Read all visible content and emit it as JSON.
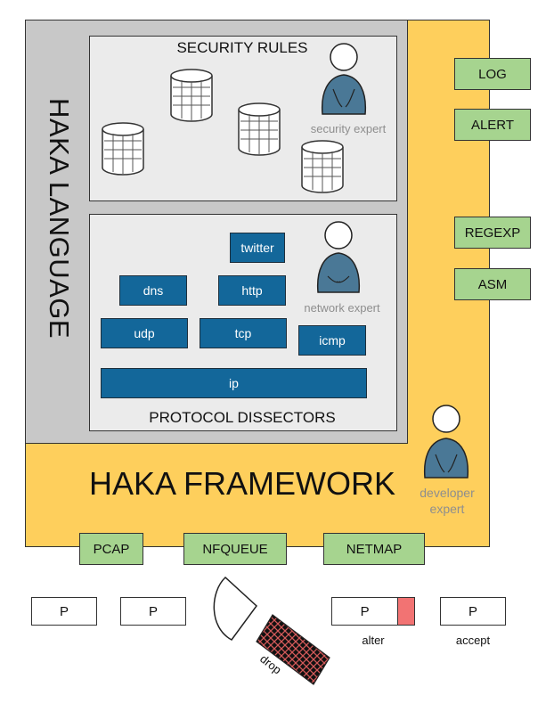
{
  "colors": {
    "framework_bg": "#fecf5c",
    "language_bg": "#c8c8c8",
    "panel_bg": "#ebebeb",
    "dissector_blue": "#13679a",
    "module_green": "#a6d48f",
    "person_blue": "#4a7896",
    "alter_red": "#f27373",
    "drop_pattern": "#d45a5a"
  },
  "labels": {
    "language": "HAKA LANGUAGE",
    "framework": "HAKA FRAMEWORK",
    "security_rules": "SECURITY RULES",
    "protocol_dissectors": "PROTOCOL DISSECTORS"
  },
  "experts": {
    "security": "security expert",
    "network": "network expert",
    "developer": "developer expert"
  },
  "dissectors": {
    "twitter": "twitter",
    "dns": "dns",
    "http": "http",
    "udp": "udp",
    "tcp": "tcp",
    "icmp": "icmp",
    "ip": "ip"
  },
  "modules": {
    "log": "LOG",
    "alert": "ALERT",
    "regexp": "REGEXP",
    "asm": "ASM"
  },
  "capture": {
    "pcap": "PCAP",
    "nfqueue": "NFQUEUE",
    "netmap": "NETMAP"
  },
  "packets": {
    "p1": "P",
    "p2": "P",
    "p3": "P",
    "p4": "P",
    "drop": "drop",
    "alter": "alter",
    "accept": "accept"
  },
  "icons": {
    "rule_store": "database-icon",
    "expert": "person-icon",
    "gate": "gate-icon",
    "dropped_packet": "dropped-packet-icon"
  }
}
